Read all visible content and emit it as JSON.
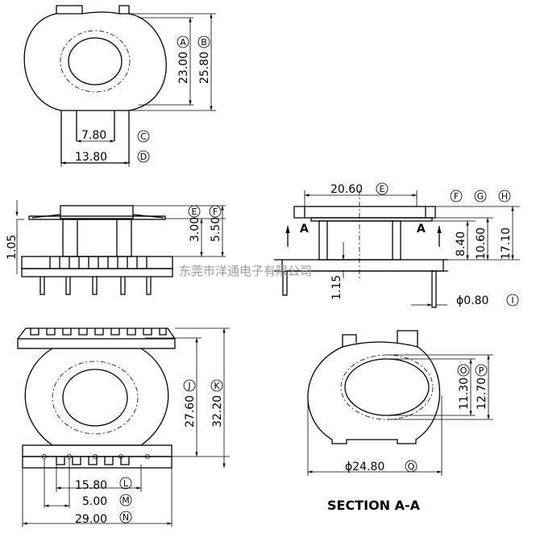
{
  "dimensions": {
    "A": {
      "letter": "A",
      "value": "23.00"
    },
    "B": {
      "letter": "B",
      "value": "25.80"
    },
    "C": {
      "letter": "C",
      "value": "7.80"
    },
    "D": {
      "letter": "D",
      "value": "13.80"
    },
    "E": {
      "letter": "E",
      "value": "20.60"
    },
    "F": {
      "letter": "F",
      "value": "5.50"
    },
    "E2": {
      "letter": "E",
      "value": "3.00"
    },
    "G": {
      "letter": "G",
      "value": ""
    },
    "H": {
      "letter": "H",
      "value": ""
    },
    "I": {
      "letter": "I",
      "value": "ϕ0.80"
    },
    "J": {
      "letter": "J",
      "value": "27.60"
    },
    "K": {
      "letter": "K",
      "value": "32.20"
    },
    "L": {
      "letter": "L",
      "value": "15.80"
    },
    "M": {
      "letter": "M",
      "value": "5.00"
    },
    "N": {
      "letter": "N",
      "value": "29.00"
    },
    "O": {
      "letter": "O",
      "value": "11.30"
    },
    "P": {
      "letter": "P",
      "value": "12.70"
    },
    "Q": {
      "letter": "Q",
      "value": "ϕ24.80"
    }
  },
  "unlabeled_dims": {
    "d105": "1.05",
    "d115": "1.15",
    "d840": "8.40",
    "d1060": "10.60",
    "d1710": "17.10"
  },
  "section_marks": {
    "left": "A",
    "right": "A"
  },
  "section_title": "SECTION A-A",
  "watermark": "东莞市洋通电子有限公司"
}
